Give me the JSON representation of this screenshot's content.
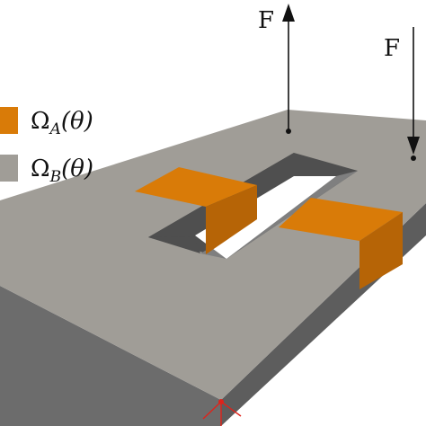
{
  "forces": [
    {
      "label": "F",
      "direction": "up"
    },
    {
      "label": "F",
      "direction": "down"
    }
  ],
  "legend": {
    "items": [
      {
        "symbol": "Ω",
        "subscript": "A",
        "argument": "(θ)",
        "color": "#d97b08"
      },
      {
        "symbol": "Ω",
        "subscript": "B",
        "argument": "(θ)",
        "color": "#a09d97"
      }
    ]
  },
  "colors": {
    "top_face": "#a09d97",
    "front_side": "#6c6c6c",
    "right_side": "#5d5d5d",
    "inner_wall_dark": "#4f4f4f",
    "inner_wall_light": "#7f7f7f",
    "material_A_top": "#d97b08",
    "material_A_side": "#b66406",
    "support": "#e0221a",
    "force_arrow": "#111111"
  }
}
